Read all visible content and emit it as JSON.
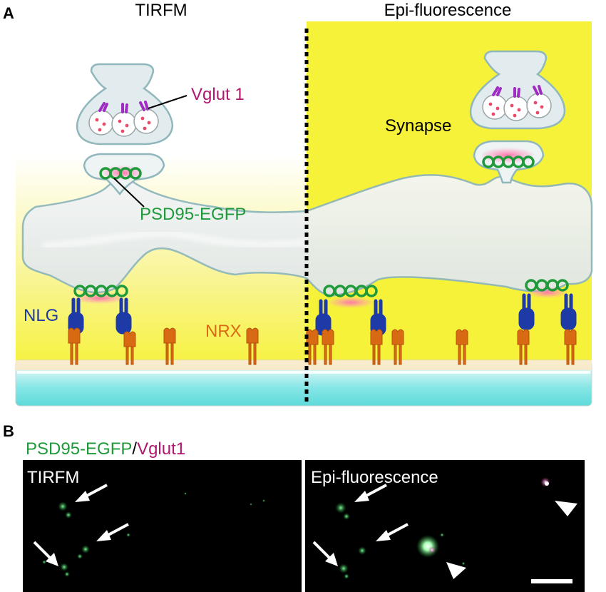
{
  "panel_a": {
    "letter": "A",
    "left_title": "TIRFM",
    "right_title": "Epi-fluorescence",
    "labels": {
      "vglut": "Vglut 1",
      "synapse": "Synapse",
      "psd95": "PSD95-EGFP",
      "nlg": "NLG",
      "nrx": "NRX"
    }
  },
  "panel_b": {
    "letter": "B",
    "stain_green": "PSD95-EGFP",
    "stain_sep": "/",
    "stain_magenta": "Vglut1",
    "left_title": "TIRFM",
    "right_title": "Epi-fluorescence"
  },
  "colors": {
    "yellow_bg": "#f6f23a",
    "membrane": "#e8eef0",
    "membrane_stroke": "#8fb7bc",
    "green": "#1f9a3a",
    "magenta": "#b0186e",
    "blue": "#1d3aa6",
    "orange": "#d96a14",
    "glass": "#7ee6e6",
    "black": "#000000"
  }
}
